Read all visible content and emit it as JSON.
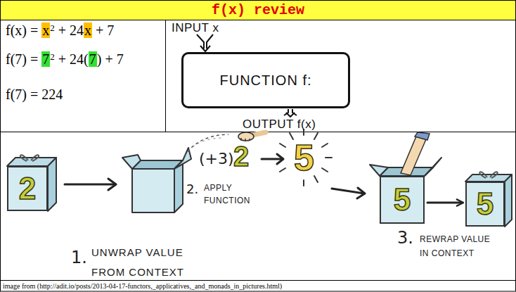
{
  "diagram": {
    "title": "f(x) review",
    "caption": "image from (http://adit.io/posts/2013-04-17-functors,_applicatives,_and_monads_in_pictures.html)",
    "nodes": [
      {
        "text": [
          "FUNCTION f:"
        ]
      },
      {
        "text": [
          "2"
        ]
      },
      {
        "text": [
          "5"
        ]
      },
      {
        "text": [
          "5"
        ]
      }
    ],
    "edges": [
      {
        "from": 2,
        "to": 3,
        "arrow": "to"
      }
    ],
    "labels": [
      "f(x) =",
      "x",
      "2",
      "+ 24",
      "x",
      "+ 7",
      "f(7) =",
      "7",
      "2",
      "+ 24(",
      "7",
      ") + 7",
      "f(7) = 224",
      "INPUT x",
      "OUTPUT f(x)",
      "1.",
      "UNWRAP VALUE FROM CONTEXT",
      "(+3)",
      "2",
      "2.",
      "APPLY FUNCTION",
      "5",
      "3.",
      "REWRAP VALUE IN CONTEXT"
    ]
  }
}
